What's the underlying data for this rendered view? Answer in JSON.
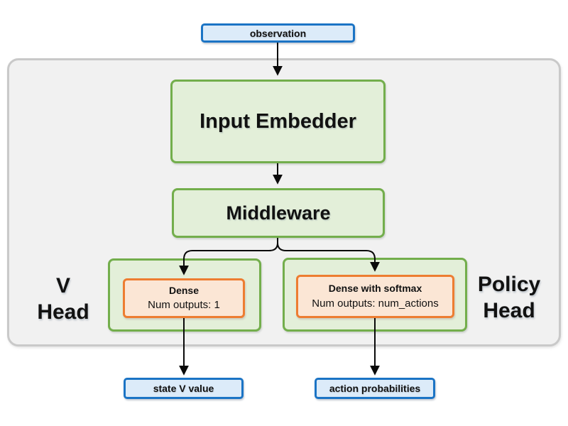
{
  "colors": {
    "blue_border": "#1b74c5",
    "blue_fill": "#dcebf9",
    "green_border": "#73ae4c",
    "green_fill": "#e3efd9",
    "orange_border": "#ed7d31",
    "orange_fill": "#fbe6d5",
    "container_border": "#c9c9c9",
    "container_fill": "#f1f1f1",
    "arrow": "#0a0a0a",
    "text": "#111111"
  },
  "nodes": {
    "observation": {
      "label": "observation"
    },
    "input_embedder": {
      "label": "Input Embedder"
    },
    "middleware": {
      "label": "Middleware"
    },
    "v_head": {
      "title_line1": "V",
      "title_line2": "Head",
      "layer_title": "Dense",
      "layer_subtitle": "Num outputs: 1"
    },
    "policy_head": {
      "title_line1": "Policy",
      "title_line2": "Head",
      "layer_title": "Dense with softmax",
      "layer_subtitle": "Num outputs: num_actions"
    },
    "state_v_value": {
      "label": "state V value"
    },
    "action_probabilities": {
      "label": "action probabilities"
    }
  }
}
